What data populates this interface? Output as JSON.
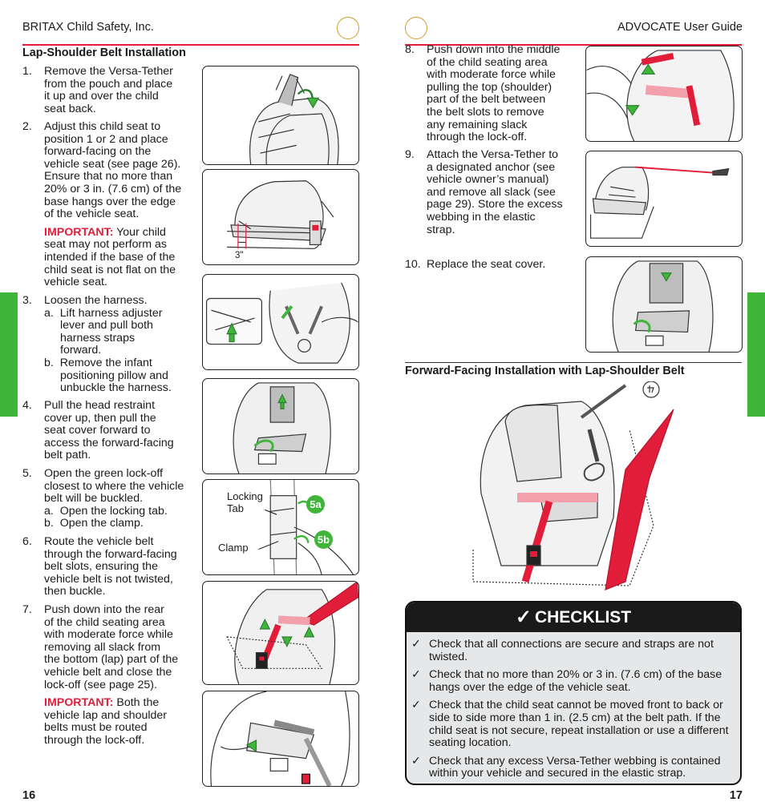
{
  "header": {
    "left_title": "BRITAX Child Safety, Inc.",
    "right_title": "ADVOCATE User Guide"
  },
  "colors": {
    "accent": "#e21d3a",
    "tab": "#3fb53a",
    "circle": "#d59a2b"
  },
  "left": {
    "section_title": "Lap-Shoulder Belt Installation",
    "steps": [
      {
        "num": "1.",
        "lines": [
          "Remove the Versa-Tether",
          "from the pouch and place",
          "it up and over the child",
          "seat back."
        ]
      },
      {
        "num": "2.",
        "lines": [
          "Adjust this child seat to",
          "position 1 or 2 and place",
          "forward-facing on the",
          "vehicle seat (see page 26).",
          "Ensure that no more than",
          "20% or 3 in. (7.6 cm) of the",
          "base hangs over the edge",
          "of the vehicle seat."
        ],
        "important_label": "IMPORTANT:",
        "important_first": "Your child",
        "important_lines": [
          "seat may not perform as",
          "intended if the base of the",
          "child seat is not flat on the",
          "vehicle seat."
        ]
      },
      {
        "num": "3.",
        "lines": [
          "Loosen the harness."
        ],
        "subs": [
          "a.  Lift harness adjuster",
          "lever and pull both",
          "harness straps",
          "forward.",
          "b.  Remove the infant",
          "positioning pillow and",
          "unbuckle the harness."
        ]
      },
      {
        "num": "4.",
        "lines": [
          "Pull the head restraint",
          "cover up, then pull the",
          "seat cover forward to",
          "access the forward-facing",
          "belt path."
        ]
      },
      {
        "num": "5.",
        "lines": [
          "Open the green lock-off",
          "closest to where the vehicle",
          "belt will be buckled.",
          "a.  Open the locking tab.",
          "b.  Open the clamp."
        ]
      },
      {
        "num": "6.",
        "lines": [
          "Route the vehicle belt",
          "through the forward-facing",
          "belt slots, ensuring the",
          "vehicle belt is not twisted,",
          "then buckle."
        ]
      },
      {
        "num": "7.",
        "lines": [
          "Push down into the rear",
          "of the child seating area",
          "with moderate force while",
          "removing all slack from",
          "the bottom (lap) part of the",
          "vehicle belt and close the",
          "lock-off (see page 25)."
        ],
        "important_label": "IMPORTANT:",
        "important_first": "Both the",
        "important_lines": [
          "vehicle lap and shoulder",
          "belts must be routed",
          "through the lock-off."
        ]
      }
    ],
    "fig_labels": {
      "three_inch": "3\"",
      "locking_tab": [
        "Locking",
        "Tab"
      ],
      "clamp": "Clamp",
      "badge_5a": "5a",
      "badge_5b": "5b"
    },
    "page_number": "16"
  },
  "right": {
    "steps": [
      {
        "num": "8.",
        "lines": [
          "Push down into the middle",
          "of the child seating area",
          "with moderate force while",
          "pulling the top (shoulder)",
          "part of the belt between",
          "the belt slots to remove",
          "any remaining slack",
          "through the lock-off."
        ]
      },
      {
        "num": "9.",
        "lines": [
          "Attach the Versa-Tether to",
          "a designated anchor (see",
          "vehicle owner’s manual)",
          "and remove all slack (see",
          "page 29). Store the excess",
          "webbing in the elastic",
          "strap."
        ]
      },
      {
        "num": "10.",
        "lines": [
          "Replace the seat cover."
        ]
      }
    ],
    "section_title": "Forward-Facing Installation with Lap-Shoulder Belt",
    "checklist": {
      "title": "CHECKLIST",
      "items": [
        "Check that all connections are secure and straps are not twisted.",
        "Check that no more than 20% or 3 in. (7.6 cm) of the base hangs over the edge of the vehicle seat.",
        "Check that the child seat cannot be moved front to back or side to side more than 1 in. (2.5 cm) at the belt path. If the child seat is not secure, repeat installation or use a different seating location.",
        "Check that any excess Versa-Tether webbing is contained within your vehicle and secured in the elastic strap."
      ]
    },
    "page_number": "17"
  }
}
